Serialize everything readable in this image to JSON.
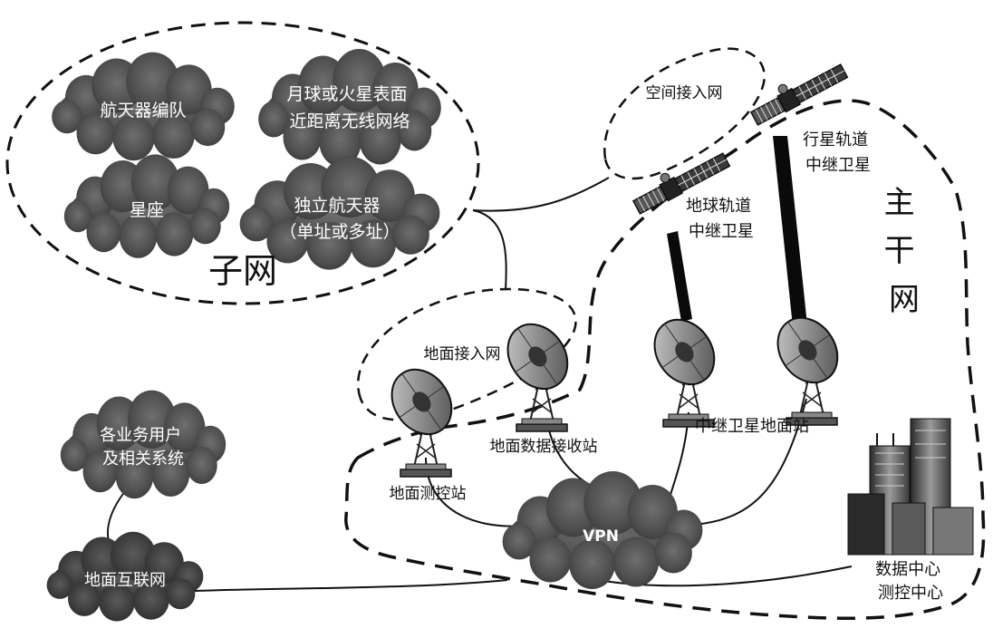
{
  "subnet": {
    "title": "子网",
    "clouds": {
      "spacecraft_formation": [
        "航天器编队"
      ],
      "surface_network": [
        "月球或火星表面",
        "近距离无线网络"
      ],
      "constellation": [
        "星座"
      ],
      "independent_spacecraft": [
        "独立航天器",
        "（单址或多址）"
      ]
    }
  },
  "backbone": {
    "title_chars": [
      "主",
      "干",
      "网"
    ]
  },
  "access_nets": {
    "space": "空间接入网",
    "ground": "地面接入网"
  },
  "satellites": {
    "planetary_relay": [
      "行星轨道",
      "中继卫星"
    ],
    "earth_relay": [
      "地球轨道",
      "中继卫星"
    ]
  },
  "stations": {
    "ground_tt_c": "地面测控站",
    "data_receiving": "地面数据接收站",
    "relay_ground": "中继卫星地面站"
  },
  "vpn": "VPN",
  "data_center": [
    "数据中心",
    "测控中心"
  ],
  "users": [
    "各业务用户",
    "及相关系统"
  ],
  "internet": "地面互联网"
}
